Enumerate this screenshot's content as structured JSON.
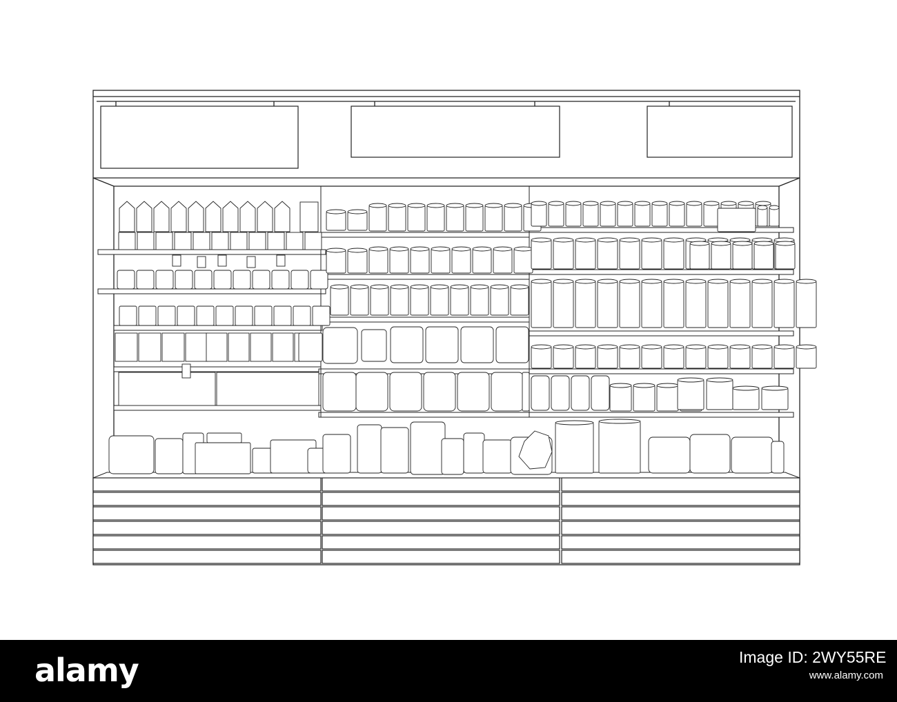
{
  "illustration": {
    "subject": "supermarket refrigerated display case",
    "style": "black outline drawing on white",
    "stroke_color": "#222222",
    "background_color": "#ffffff",
    "top_sign_panels": 3,
    "shelf_sections": 3,
    "front_drawers_per_section": 6
  },
  "stock_bar": {
    "background_color": "#000000",
    "text_color": "#ffffff",
    "logo_text": "alamy",
    "image_id_label": "Image ID: 2WY55RE",
    "url_text": "www.alamy.com"
  }
}
